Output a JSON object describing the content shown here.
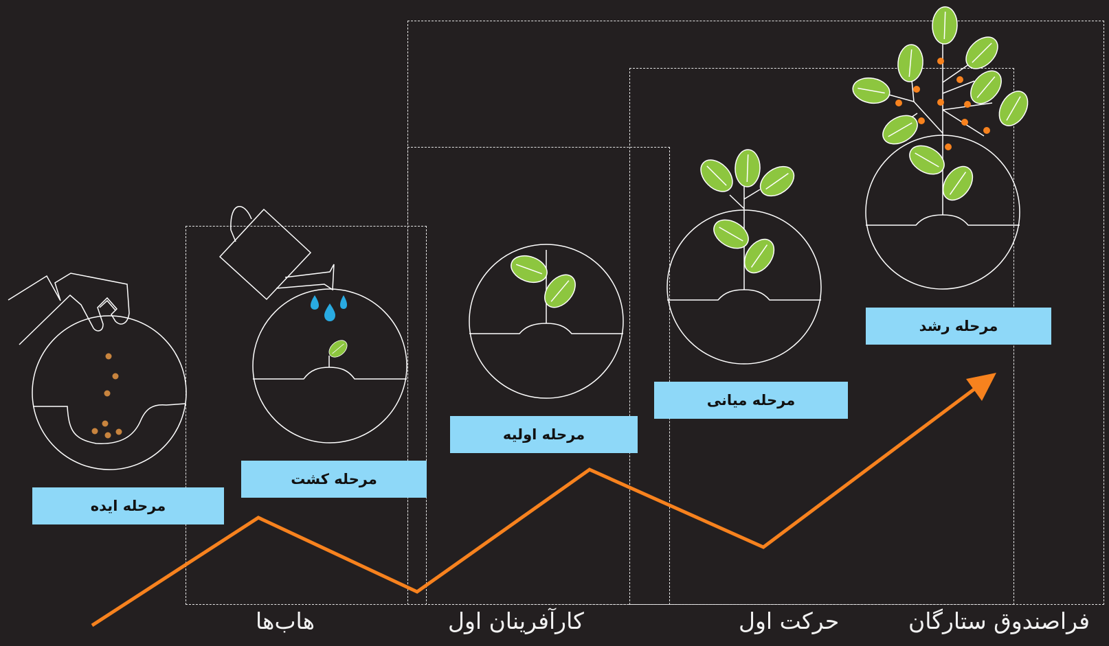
{
  "stages": [
    {
      "id": "idea",
      "label": "مرحله ایده"
    },
    {
      "id": "planting",
      "label": "مرحله کشت"
    },
    {
      "id": "early",
      "label": "مرحله اولیه"
    },
    {
      "id": "middle",
      "label": "مرحله میانی"
    },
    {
      "id": "growth",
      "label": "مرحله رشد"
    }
  ],
  "programs": [
    {
      "id": "hubs",
      "label": "هاب‌ها"
    },
    {
      "id": "first-entrepreneurs",
      "label": "کارآفرینان اول"
    },
    {
      "id": "first-move",
      "label": "حرکت اول"
    },
    {
      "id": "starfund",
      "label": "فراصندوق ستارگان"
    }
  ],
  "colors": {
    "background": "#231f20",
    "label_bg": "#8ed8f8",
    "leaf": "#8dc63f",
    "arrow": "#f7821e",
    "water": "#29abe2",
    "line": "#ffffff"
  }
}
